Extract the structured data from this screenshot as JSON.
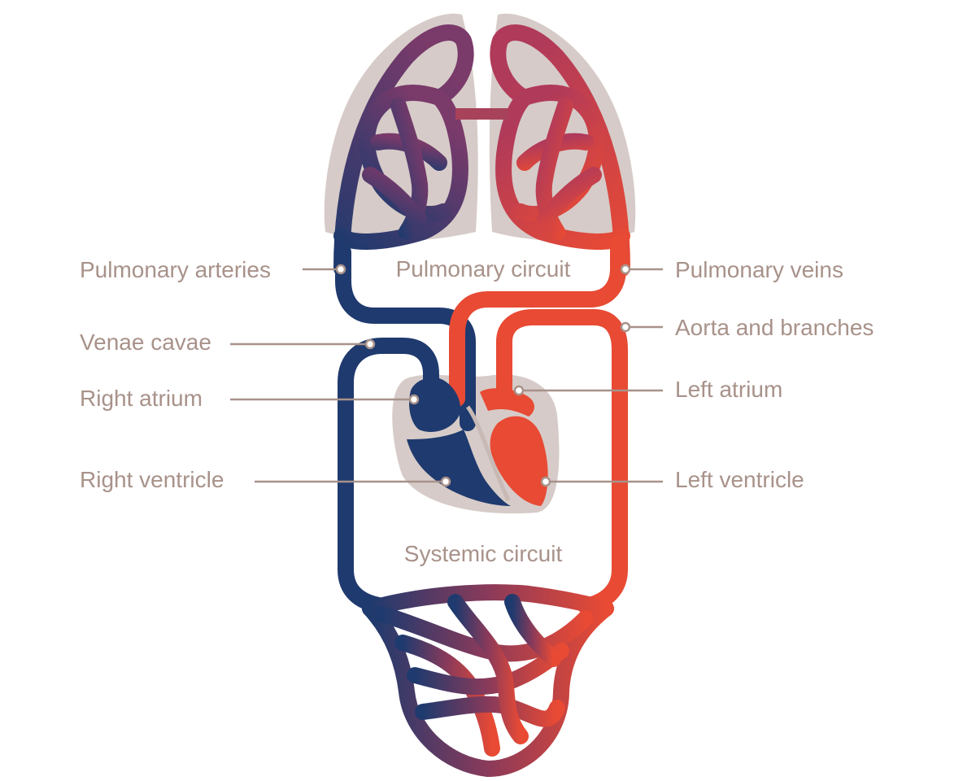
{
  "labels": {
    "pulmonary_arteries": "Pulmonary arteries",
    "pulmonary_circuit": "Pulmonary circuit",
    "pulmonary_veins": "Pulmonary veins",
    "venae_cavae": "Venae cavae",
    "aorta": "Aorta and branches",
    "right_atrium": "Right atrium",
    "left_atrium": "Left atrium",
    "right_ventricle": "Right ventricle",
    "left_ventricle": "Left ventricle",
    "systemic_circuit": "Systemic circuit"
  },
  "colors": {
    "deoxygenated": "#1f3a6e",
    "oxygenated": "#e84a34",
    "mixed": "#6a3a6a",
    "organ_shadow": "#d6cbc8",
    "label_text": "#a8928a"
  }
}
